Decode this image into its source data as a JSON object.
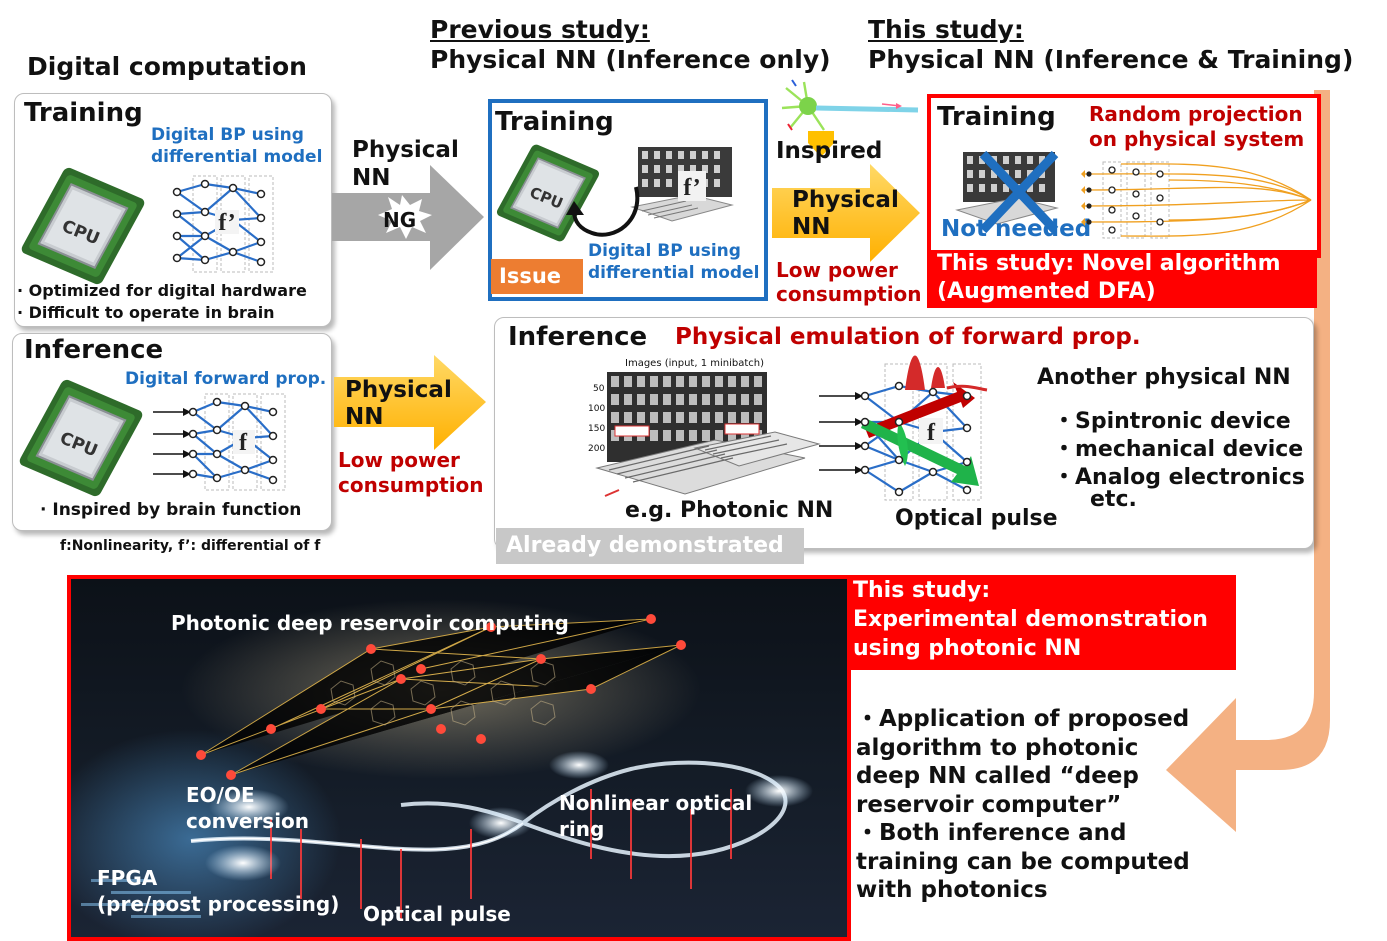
{
  "digital": {
    "title": "Digital computation",
    "training": {
      "heading": "Training",
      "bp_line1": "Digital BP using",
      "bp_line2": "differential model",
      "func": "f’",
      "bullet1": "· Optimized for digital hardware",
      "bullet2": "· Difficult to operate in brain"
    },
    "inference": {
      "heading": "Inference",
      "forward": "Digital forward prop.",
      "func": "f",
      "bullet": "· Inspired by brain function"
    },
    "cpu_label": "CPU",
    "footnote": "f:Nonlinearity, f’: differential of f"
  },
  "arrow_ng": {
    "label_line1": "Physical",
    "label_line2": "NN",
    "burst": "NG"
  },
  "arrow_inf": {
    "label_line1": "Physical",
    "label_line2": "NN",
    "note_line1": "Low power",
    "note_line2": "consumption"
  },
  "previous": {
    "title_line1": "Previous study:",
    "title_line2": "Physical NN (Inference only)",
    "heading": "Training",
    "func": "f’",
    "bp_line1": "Digital BP using",
    "bp_line2": "differential model",
    "issue": "Issue"
  },
  "inspired": {
    "label": "Inspired",
    "arrow_line1": "Physical",
    "arrow_line2": "NN",
    "note_line1": "Low power",
    "note_line2": "consumption"
  },
  "this_study": {
    "title_line1": "This study:",
    "title_line2": "Physical NN (Inference & Training)",
    "heading": "Training",
    "proj_line1": "Random projection",
    "proj_line2": "on physical system",
    "not_needed": "Not needed",
    "banner_line1": "This study: Novel algorithm",
    "banner_line2": "(Augmented DFA)"
  },
  "inference_panel": {
    "heading": "Inference",
    "emulation": "Physical emulation of forward prop.",
    "mnist_caption": "Images (input, 1 minibatch)",
    "mnist_ticks": [
      "50",
      "100",
      "150",
      "200"
    ],
    "photonic_caption": "e.g. Photonic NN",
    "func": "f",
    "pulse_caption": "Optical pulse",
    "other_title": "Another physical NN",
    "others": [
      "・Spintronic device",
      "・mechanical device",
      "・Analog electronics",
      "etc."
    ],
    "demonstrated": "Already demonstrated"
  },
  "bottom": {
    "reservoir": "Photonic deep reservoir computing",
    "eo_line1": "EO/OE",
    "eo_line2": "conversion",
    "ring_line1": "Nonlinear optical",
    "ring_line2": "ring",
    "fpga_line1": "FPGA",
    "fpga_line2": "(pre/post processing)",
    "pulse": "Optical pulse",
    "banner_line1": "This study:",
    "banner_line2": "Experimental demonstration",
    "banner_line3": "using photonic NN",
    "desc": [
      "・Application of proposed",
      "algorithm to photonic",
      "deep NN called “deep",
      "reservoir computer”",
      "・Both inference and",
      "training can be computed",
      "with photonics"
    ]
  },
  "colors": {
    "blue": "#1f6fc0",
    "red": "#c00000",
    "banner_red": "#ff0000",
    "gold": "#ffc000",
    "orange": "#ed7d31",
    "peach": "#f4b183",
    "gray_arrow": "#a6a6a6"
  }
}
